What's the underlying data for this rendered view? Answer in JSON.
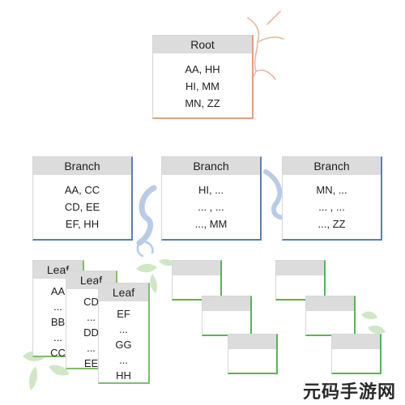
{
  "root": {
    "title": "Root",
    "lines": [
      "AA, HH",
      "HI, MM",
      "MN, ZZ"
    ]
  },
  "branches": [
    {
      "title": "Branch",
      "lines": [
        "AA, CC",
        "CD, EE",
        "EF, HH"
      ]
    },
    {
      "title": "Branch",
      "lines": [
        "HI, ...",
        "... , ...",
        "..., MM"
      ]
    },
    {
      "title": "Branch",
      "lines": [
        "MN, ...",
        "... , ...",
        "..., ZZ"
      ]
    }
  ],
  "leaves": [
    {
      "title": "Leaf",
      "lines": [
        "AA",
        "...",
        "BB",
        "...",
        "CC"
      ]
    },
    {
      "title": "Leaf",
      "lines": [
        "CD",
        "...",
        "DD",
        "...",
        "EE"
      ]
    },
    {
      "title": "Leaf",
      "lines": [
        "EF",
        "...",
        "GG",
        "...",
        "HH"
      ]
    }
  ],
  "watermark": "元码手游网",
  "colors": {
    "root_accent": "#e0a080",
    "branch_accent": "#5b7fb3",
    "leaf_accent": "#57b35a",
    "header_fill": "#dcdcdc"
  },
  "icons": [
    "root-roots-icon",
    "branch-vine-icon",
    "leaf-sprig-icon"
  ]
}
